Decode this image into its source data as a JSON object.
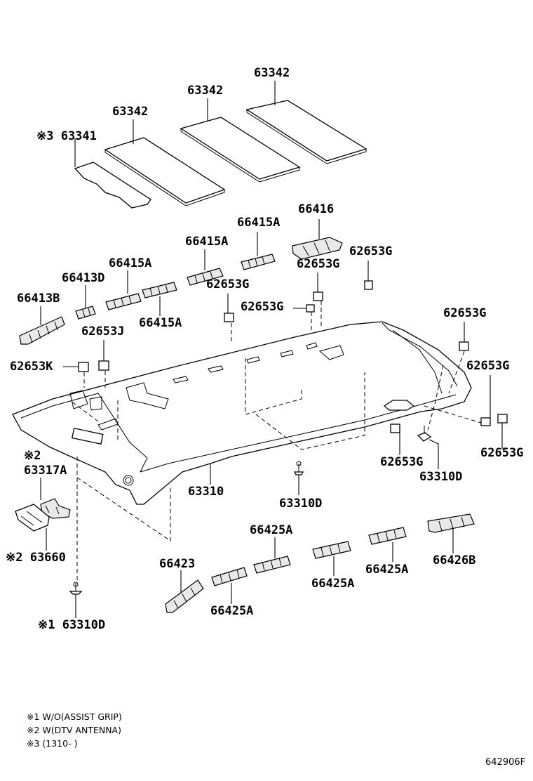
{
  "labels": {
    "l63342_a": "63342",
    "l63342_b": "63342",
    "l63342_c": "63342",
    "l63341": "※3 63341",
    "l66416": "66416",
    "l66415A_a": "66415A",
    "l66415A_b": "66415A",
    "l66415A_c": "66415A",
    "l66415A_d": "66415A",
    "l62653G_a": "62653G",
    "l62653G_b": "62653G",
    "l62653G_c": "62653G",
    "l62653G_d": "62653G",
    "l62653G_e": "62653G",
    "l62653G_f": "62653G",
    "l62653G_g": "62653G",
    "l62653G_h": "62653G",
    "l66413D": "66413D",
    "l66413B": "66413B",
    "l62653J": "62653J",
    "l62653K": "62653K",
    "l63317A_mark": "※2",
    "l63317A": "63317A",
    "l63660": "※2 63660",
    "l63310": "63310",
    "l63310D_a": "63310D",
    "l63310D_b": "63310D",
    "l63310D_c": "※1 63310D",
    "l66425A_a": "66425A",
    "l66425A_b": "66425A",
    "l66425A_c": "66425A",
    "l66425A_d": "66425A",
    "l66423": "66423",
    "l66426B": "66426B"
  },
  "notes": {
    "n1": "※1 W/O(ASSIST GRIP)",
    "n2": "※2 W(DTV ANTENNA)",
    "n3": "※3 (1310-    )"
  },
  "figure_code": "642906F"
}
